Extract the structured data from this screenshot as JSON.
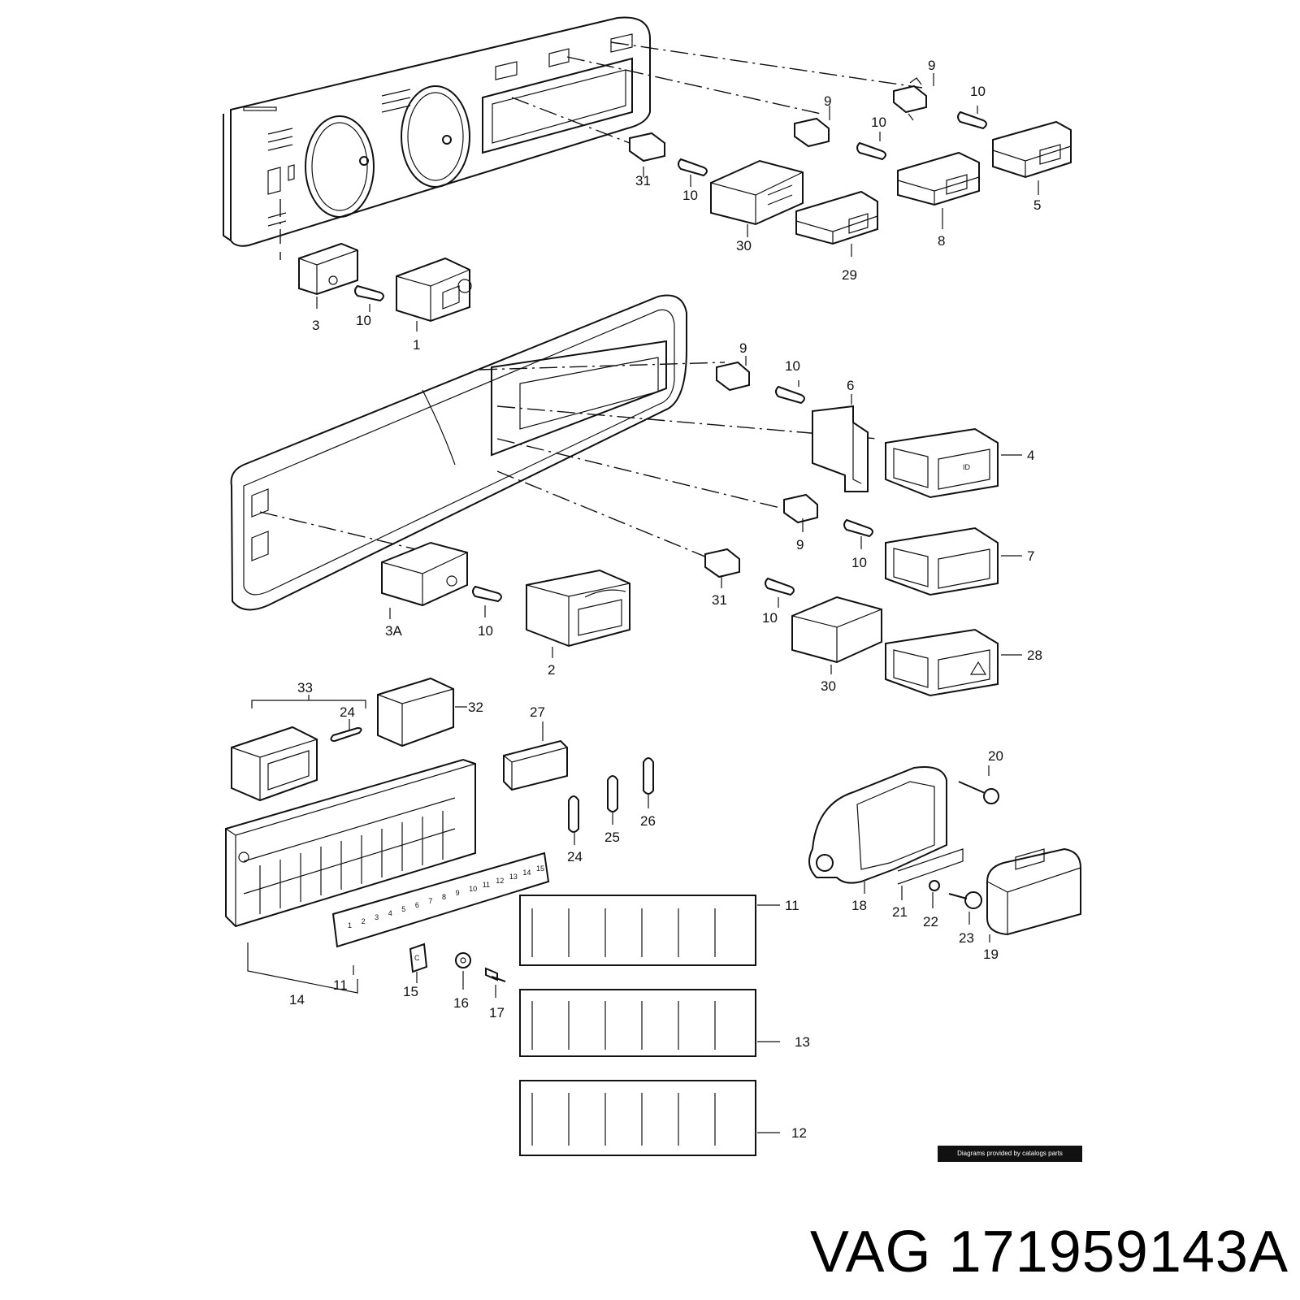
{
  "title": {
    "brand": "VAG",
    "part_number": "171959143A"
  },
  "credit": "Diagrams provided by catalogs parts",
  "callouts": {
    "c9a": "9",
    "c10a": "10",
    "c9b": "9",
    "c10b": "10",
    "c31a": "31",
    "c10c": "10",
    "c5": "5",
    "c8": "8",
    "c30a": "30",
    "c29": "29",
    "c3": "3",
    "c10d": "10",
    "c1": "1",
    "c9c": "9",
    "c10e": "10",
    "c6": "6",
    "c4": "4",
    "c9d": "9",
    "c10f": "10",
    "c7": "7",
    "c3a": "3A",
    "c10g": "10",
    "c2": "2",
    "c31b": "31",
    "c10h": "10",
    "c30b": "30",
    "c28": "28",
    "c33": "33",
    "c24a": "24",
    "c32": "32",
    "c27": "27",
    "c24b": "24",
    "c25": "25",
    "c26": "26",
    "c20": "20",
    "c18": "18",
    "c21": "21",
    "c22": "22",
    "c23": "23",
    "c19": "19",
    "c11a": "11",
    "c11b": "11",
    "c13": "13",
    "c12": "12",
    "c14": "14",
    "c15": "15",
    "c16": "16",
    "c17": "17"
  },
  "fuse_slots": [
    "1",
    "2",
    "3",
    "4",
    "5",
    "6",
    "7",
    "8",
    "9",
    "10",
    "11",
    "12",
    "13",
    "14",
    "15"
  ]
}
